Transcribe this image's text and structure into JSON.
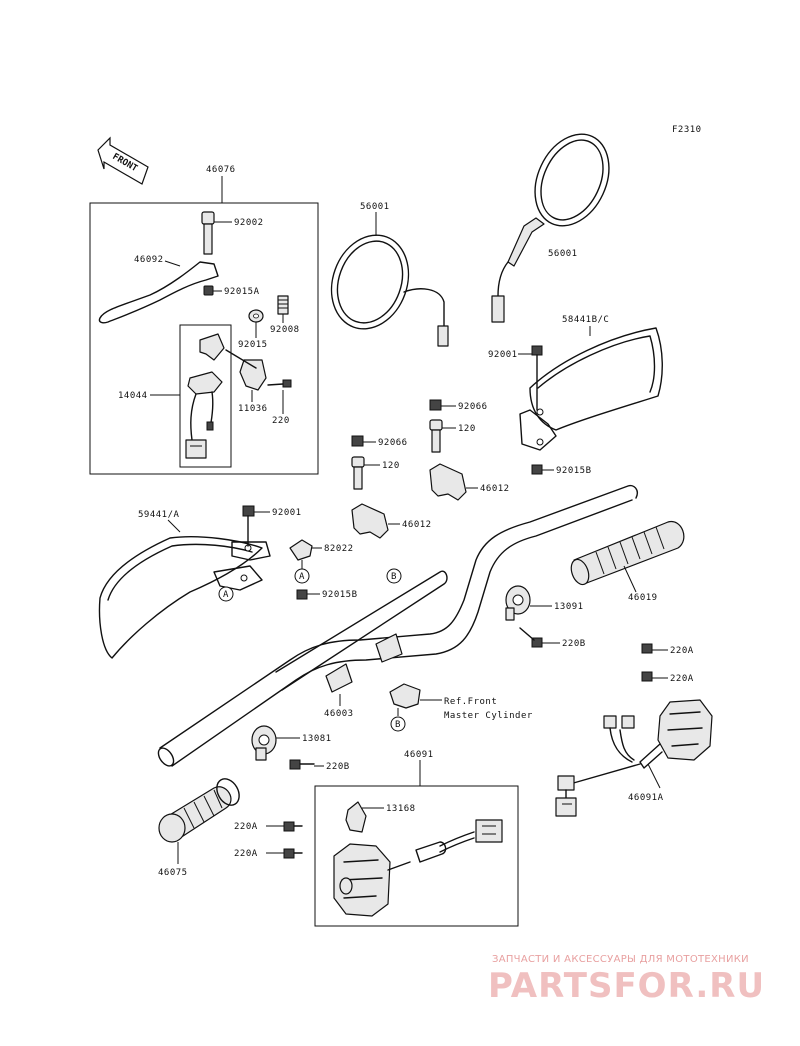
{
  "figure_code": "F2310",
  "front_label": "FRONT",
  "labels": {
    "l46076": "46076",
    "l92002": "92002",
    "l46092": "46092",
    "l92015A_1": "92015A",
    "l92008": "92008",
    "l92015": "92015",
    "l14044": "14044",
    "l11036": "11036",
    "l220": "220",
    "l56001a": "56001",
    "l56001b": "56001",
    "l58441": "58441B/C",
    "l92001a": "92001",
    "l92066a": "92066",
    "l120a": "120",
    "l92066b": "92066",
    "l120b": "120",
    "l46012a": "46012",
    "l92015B_r": "92015B",
    "l46012b": "46012",
    "l59441": "59441/A",
    "l92001b": "92001",
    "l82022": "82022",
    "l92015B_l": "92015B",
    "l46019": "46019",
    "l13091": "13091",
    "l220B_a": "220B",
    "l220A_a": "220A",
    "l220A_b": "220A",
    "l46003": "46003",
    "l13081": "13081",
    "l220B_b": "220B",
    "l46091": "46091",
    "l46091A": "46091A",
    "l13168": "13168",
    "l220A_c": "220A",
    "l220A_d": "220A",
    "l46075": "46075",
    "ref1": "Ref.Front",
    "ref2": "Master Cylinder",
    "markA1": "A",
    "markA2": "A",
    "markB1": "B",
    "markB2": "B"
  },
  "watermark": {
    "line1": "ЗАПЧАСТИ И АКСЕССУАРЫ ДЛЯ МОТОТЕХНИКИ",
    "line2": "PARTSFOR.RU"
  }
}
